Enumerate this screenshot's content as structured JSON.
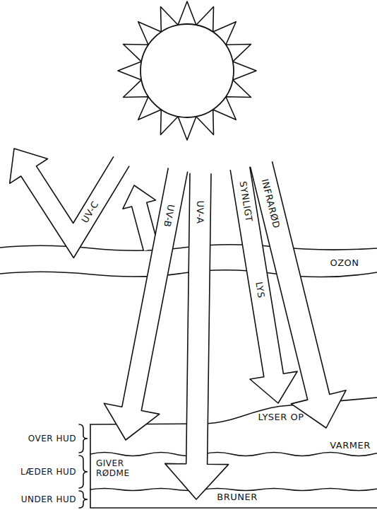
{
  "diagram": {
    "labels": [
      "UV-C",
      "UV-B",
      "UV-A",
      "SYNLIGT",
      "LYS",
      "INFRARØD",
      "OZON",
      "LYSER OP",
      "VARMER",
      "GIVER RØDME",
      "BRUNER",
      "OVER HUD",
      "LÆDER HUD",
      "UNDER HUD"
    ]
  }
}
